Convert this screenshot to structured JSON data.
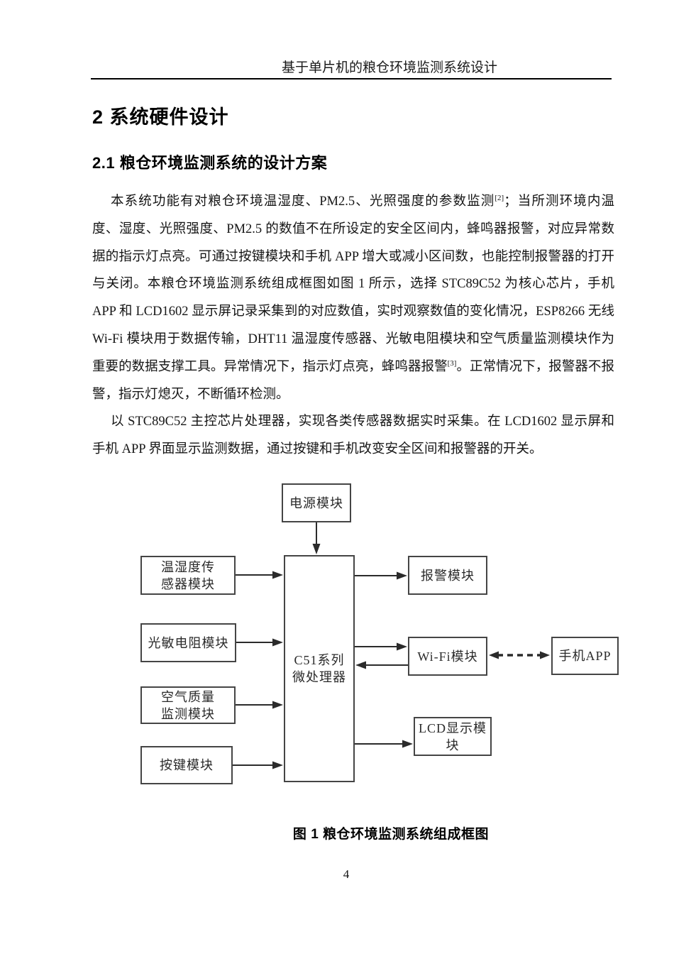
{
  "header": {
    "title": "基于单片机的粮仓环境监测系统设计"
  },
  "headings": {
    "h1": "2 系统硬件设计",
    "h2": "2.1 粮仓环境监测系统的设计方案"
  },
  "body": {
    "p1_part1": "本系统功能有对粮仓环境温湿度、PM2.5、光照强度的参数监测",
    "p1_sup1": "[2]",
    "p1_part2": "；当所测环境内温度、湿度、光照强度、PM2.5 的数值不在所设定的安全区间内，蜂鸣器报警，对应异常数据的指示灯点亮。可通过按键模块和手机 APP 增大或减小区间数，也能控制报警器的打开与关闭。本粮仓环境监测系统组成框图如图 1 所示，选择 STC89C52 为核心芯片，手机 APP 和 LCD1602 显示屏记录采集到的对应数值，实时观察数值的变化情况，ESP8266 无线 Wi-Fi 模块用于数据传输，DHT11 温湿度传感器、光敏电阻模块和空气质量监测模块作为重要的数据支撑工具。异常情况下，指示灯点亮，蜂鸣器报警",
    "p1_sup2": "[3]",
    "p1_part3": "。正常情况下，报警器不报警，指示灯熄灭，不断循环检测。",
    "p2": "以 STC89C52 主控芯片处理器，实现各类传感器数据实时采集。在 LCD1602 显示屏和手机 APP 界面显示监测数据，通过按键和手机改变安全区间和报警器的开关。"
  },
  "figure": {
    "caption": "图 1 粮仓环境监测系统组成框图",
    "boxes": {
      "power": "电源模块",
      "temphum": "温湿度传\n感器模块",
      "photo": "光敏电阻模块",
      "airq": "空气质量\n监测模块",
      "key": "按键模块",
      "mcu": "C51系列\n微处理器",
      "alarm": "报警模块",
      "wifi": "Wi-Fi模块",
      "lcd": "LCD显示模块",
      "phone": "手机APP"
    },
    "colors": {
      "box_border": "#454545",
      "arrow": "#2b2b2b"
    }
  },
  "page": {
    "number": "4"
  }
}
